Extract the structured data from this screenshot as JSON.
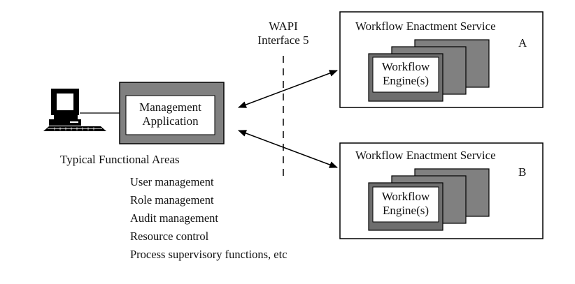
{
  "interface": {
    "line1": "WAPI",
    "line2": "Interface 5"
  },
  "management_app": {
    "line1": "Management",
    "line2": "Application"
  },
  "functional_areas": {
    "title": "Typical Functional Areas",
    "items": [
      "User management",
      "Role management",
      "Audit management",
      "Resource control",
      "Process supervisory functions, etc"
    ]
  },
  "services": [
    {
      "title": "Workflow Enactment Service",
      "letter": "A",
      "engine_line1": "Workflow",
      "engine_line2": "Engine(s)"
    },
    {
      "title": "Workflow Enactment Service",
      "letter": "B",
      "engine_line1": "Workflow",
      "engine_line2": "Engine(s)"
    }
  ],
  "colors": {
    "box_fill": "#808080",
    "engine_fill": "#6e6e6e",
    "line": "#000000",
    "background": "#ffffff"
  }
}
